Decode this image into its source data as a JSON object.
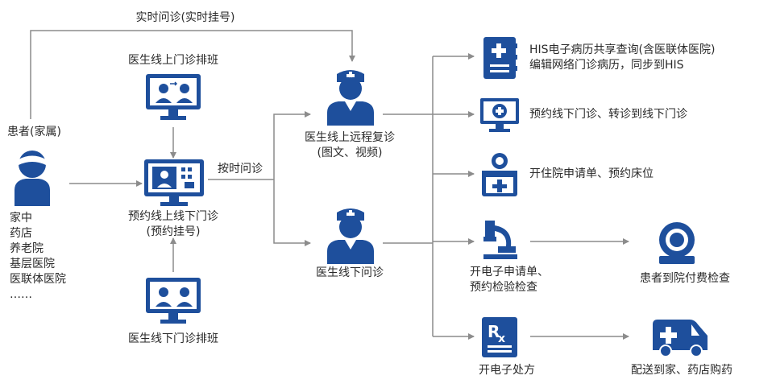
{
  "realtime_label": "实时问诊(实时挂号)",
  "scheduled_label": "按时问诊",
  "patient": {
    "title": "患者(家属)",
    "locations": [
      "家中",
      "药店",
      "养老院",
      "基层医院",
      "医联体医院",
      "……"
    ]
  },
  "online_schedule": "医生线上门诊排班",
  "offline_schedule": "医生线下门诊排班",
  "booking": {
    "line1": "预约线上线下门诊",
    "line2": "(预约挂号)"
  },
  "online_followup": {
    "line1": "医生线上远程复诊",
    "line2": "(图文、视频)"
  },
  "offline_consult": "医生线下问诊",
  "services": {
    "his": {
      "line1": "HIS电子病历共享查询(含医联体医院)",
      "line2": "编辑网络门诊病历，同步到HIS"
    },
    "referral": "预约线下门诊、转诊到线下门诊",
    "inpatient": "开住院申请单、预约床位",
    "exam": {
      "line1": "开电子申请单、",
      "line2": "预约检验检查"
    },
    "exam_result": "患者到院付费检查",
    "prescription": "开电子处方",
    "prescription_result": "配送到家、药店购药"
  },
  "colors": {
    "primary": "#1e4f9c",
    "line": "#8c8c8c"
  }
}
